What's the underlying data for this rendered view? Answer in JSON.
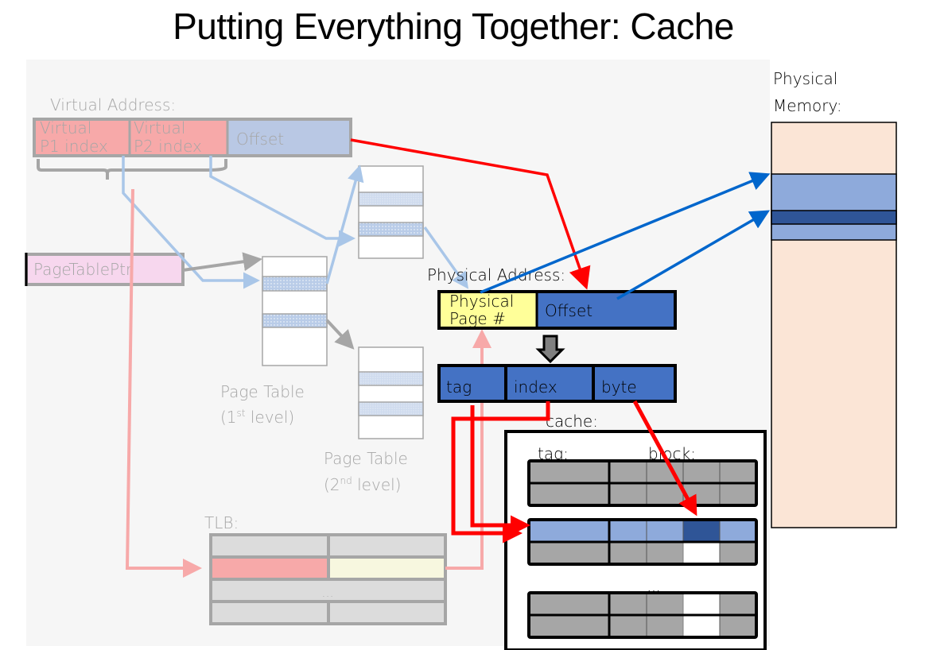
{
  "title": "Putting Everything Together: Cache",
  "virtual_address": {
    "label": "Virtual Address:",
    "fields": {
      "p1_line1": "Virtual",
      "p1_line2": "P1 index",
      "p2_line1": "Virtual",
      "p2_line2": "P2 index",
      "offset": "Offset"
    }
  },
  "page_table_ptr": "PageTablePtr",
  "page_table_1": {
    "line1": "Page Table",
    "line2_pre": "(1",
    "line2_sup": "st",
    "line2_post": " level)"
  },
  "page_table_2": {
    "line1": "Page Table",
    "line2_pre": "(2",
    "line2_sup": "nd",
    "line2_post": " level)"
  },
  "tlb": {
    "label": "TLB:",
    "ellipsis": "..."
  },
  "physical_address": {
    "label": "Physical Address:",
    "page_line1": "Physical",
    "page_line2": "Page #",
    "offset": "Offset"
  },
  "cache_split": {
    "tag": "tag",
    "index": "index",
    "byte": "byte"
  },
  "cache": {
    "label": "cache:",
    "tag_header": "tag:",
    "block_header": "block:",
    "ellipsis": "..."
  },
  "physical_memory": {
    "line1": "Physical",
    "line2": "Memory:"
  },
  "colors": {
    "faded_bg": "#f6f6f6",
    "virtual_index": "#f7a9a9",
    "virtual_offset": "#b9c8e4",
    "phys_page": "#ffff99",
    "phys_blue": "#4472c4",
    "cache_gray": "#a6a6a6",
    "cache_light_blue": "#8eaadb",
    "cache_dark_blue": "#2f5597",
    "memory_bg": "#fbe5d6",
    "red_arrow": "#ff0000",
    "blue_arrow": "#0066cc",
    "faded_blue_arrow": "#a9c6e8",
    "faded_red_arrow": "#f7a9a9"
  }
}
